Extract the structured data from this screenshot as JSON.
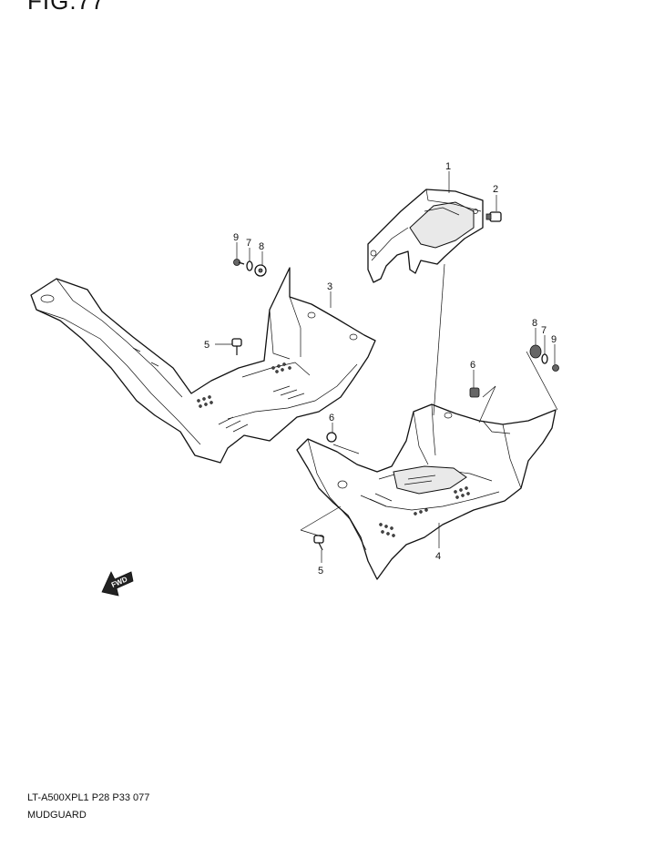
{
  "figure_label": "FIG.77",
  "model_code": "LT-A500XPL1  P28 P33  077",
  "section_name": "MUDGUARD",
  "arrow_label": "FWD",
  "callouts": [
    {
      "id": "c1",
      "text": "1"
    },
    {
      "id": "c2",
      "text": "2"
    },
    {
      "id": "c3",
      "text": "3"
    },
    {
      "id": "c4",
      "text": "4"
    },
    {
      "id": "c5a",
      "text": "5"
    },
    {
      "id": "c5b",
      "text": "5"
    },
    {
      "id": "c6a",
      "text": "6"
    },
    {
      "id": "c6b",
      "text": "6"
    },
    {
      "id": "c7a",
      "text": "7"
    },
    {
      "id": "c7b",
      "text": "7"
    },
    {
      "id": "c8a",
      "text": "8"
    },
    {
      "id": "c8b",
      "text": "8"
    },
    {
      "id": "c9a",
      "text": "9"
    },
    {
      "id": "c9b",
      "text": "9"
    }
  ]
}
